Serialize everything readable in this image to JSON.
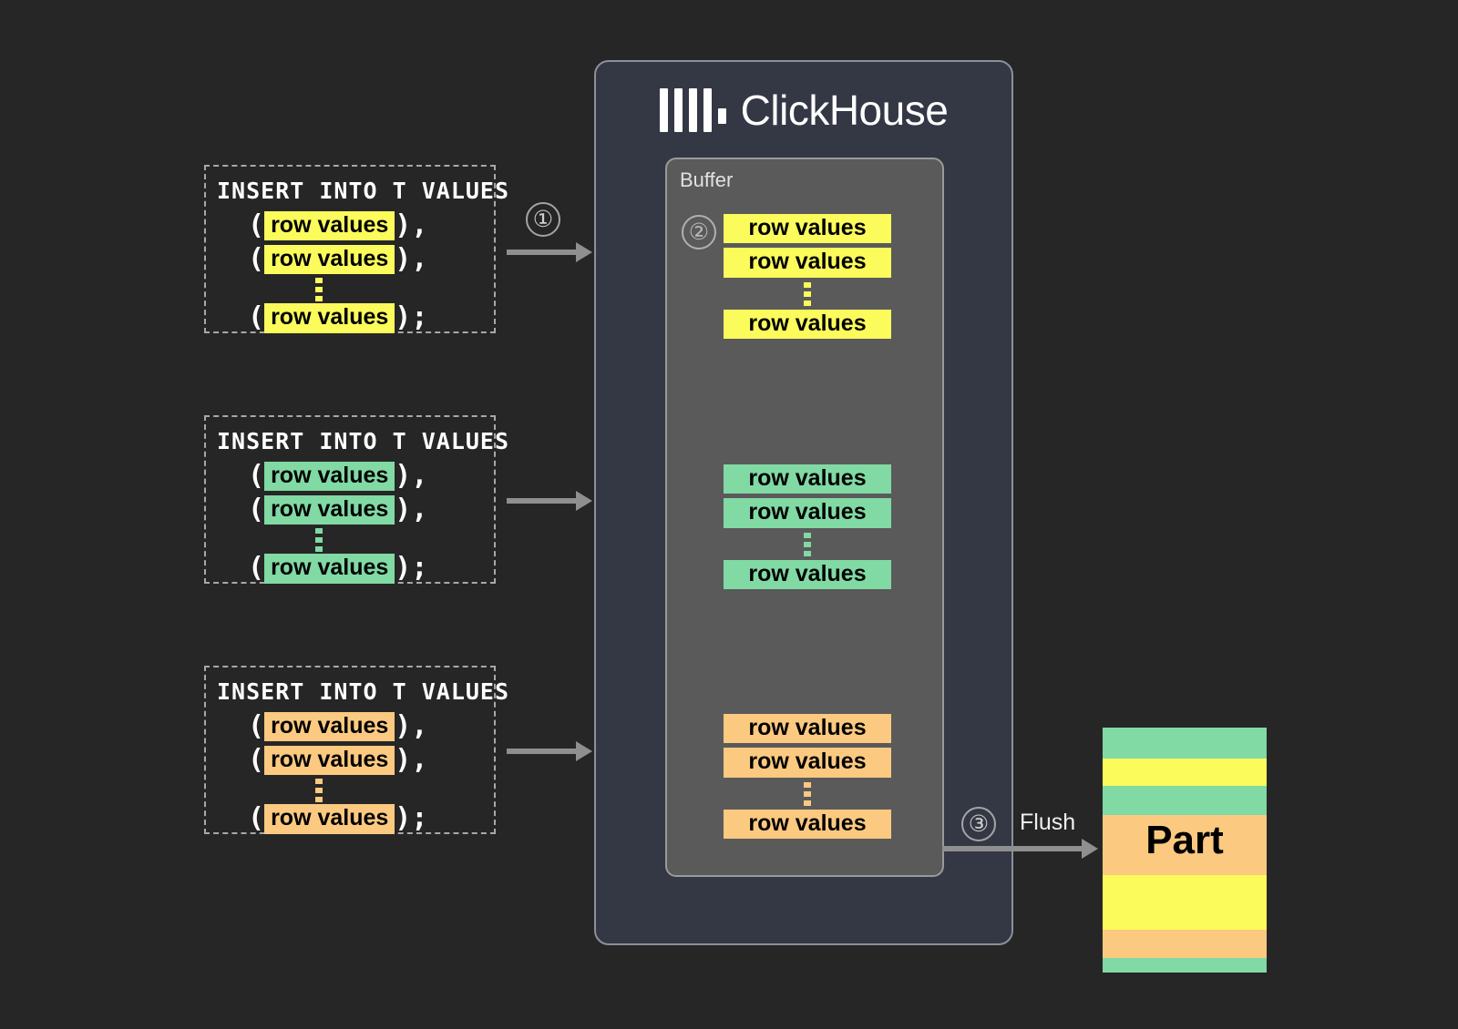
{
  "colors": {
    "background": "#262626",
    "panel_bg": "#343845",
    "panel_border": "#8d9099",
    "buffer_bg": "#5a5a5a",
    "buffer_border": "#9a9a9a",
    "arrow": "#8f8f8f",
    "yellow": "#fbfb5c",
    "green": "#81d9a4",
    "orange": "#fcc981",
    "text_light": "#ffffff",
    "chip_text": "#000000"
  },
  "clickhouse": {
    "title": "ClickHouse",
    "logo_name": "clickhouse-logo",
    "buffer": {
      "label": "Buffer",
      "groups": [
        {
          "id": "yellow",
          "color": "#fbfb5c",
          "step_marker": "②",
          "rows": [
            "row values",
            "row values",
            "row values"
          ]
        },
        {
          "id": "green",
          "color": "#81d9a4",
          "rows": [
            "row values",
            "row values",
            "row values"
          ]
        },
        {
          "id": "orange",
          "color": "#fcc981",
          "rows": [
            "row values",
            "row values",
            "row values"
          ]
        }
      ]
    }
  },
  "inserts": [
    {
      "id": "yellow",
      "color": "#fbfb5c",
      "header": "INSERT INTO T VALUES",
      "rows": [
        {
          "open": "(",
          "chip": "row values",
          "close": "),"
        },
        {
          "open": "(",
          "chip": "row values",
          "close": "),"
        },
        {
          "open": "(",
          "chip": "row values",
          "close": ");"
        }
      ]
    },
    {
      "id": "green",
      "color": "#81d9a4",
      "header": "INSERT INTO T VALUES",
      "rows": [
        {
          "open": "(",
          "chip": "row values",
          "close": "),"
        },
        {
          "open": "(",
          "chip": "row values",
          "close": "),"
        },
        {
          "open": "(",
          "chip": "row values",
          "close": ");"
        }
      ]
    },
    {
      "id": "orange",
      "color": "#fcc981",
      "header": "INSERT INTO T VALUES",
      "rows": [
        {
          "open": "(",
          "chip": "row values",
          "close": "),"
        },
        {
          "open": "(",
          "chip": "row values",
          "close": "),"
        },
        {
          "open": "(",
          "chip": "row values",
          "close": ");"
        }
      ]
    }
  ],
  "steps": {
    "one": "①",
    "two": "②",
    "three": "③"
  },
  "flush": {
    "label": "Flush"
  },
  "part": {
    "label": "Part",
    "stripes": [
      {
        "color": "#81d9a4",
        "height": 34
      },
      {
        "color": "#fbfb5c",
        "height": 30
      },
      {
        "color": "#81d9a4",
        "height": 32
      },
      {
        "color": "#fcc981",
        "height": 66
      },
      {
        "color": "#fbfb5c",
        "height": 60
      },
      {
        "color": "#fcc981",
        "height": 31
      },
      {
        "color": "#81d9a4",
        "height": 16
      }
    ]
  }
}
